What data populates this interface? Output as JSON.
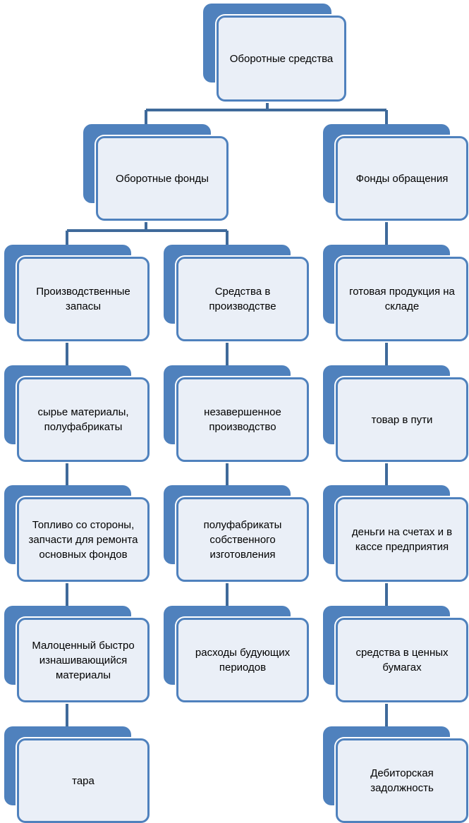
{
  "colors": {
    "accent": "#4f81bd",
    "box_fill": "#eaeff7",
    "connector": "#3f6a9a",
    "text": "#000000"
  },
  "diagram": {
    "root": "Оборотные средства",
    "level2": {
      "left": "Оборотные фонды",
      "right": "Фонды обращения"
    },
    "col1": {
      "header": "Производственные запасы",
      "items": [
        "сырье материалы, полуфабрикаты",
        "Топливо со стороны, запчасти для ремонта основных фондов",
        "Малоценный быстро изнашивающийся материалы",
        "тара"
      ]
    },
    "col2": {
      "header": "Средства в производстве",
      "items": [
        "незавершенное производство",
        "полуфабрикаты собственного изготовления",
        "расходы будующих периодов"
      ]
    },
    "col3": {
      "header": "готовая продукция на складе",
      "items": [
        "товар в пути",
        "деньги на счетах и в кассе предприятия",
        "средства в ценных бумагах",
        "Дебиторская задолжность"
      ]
    }
  }
}
